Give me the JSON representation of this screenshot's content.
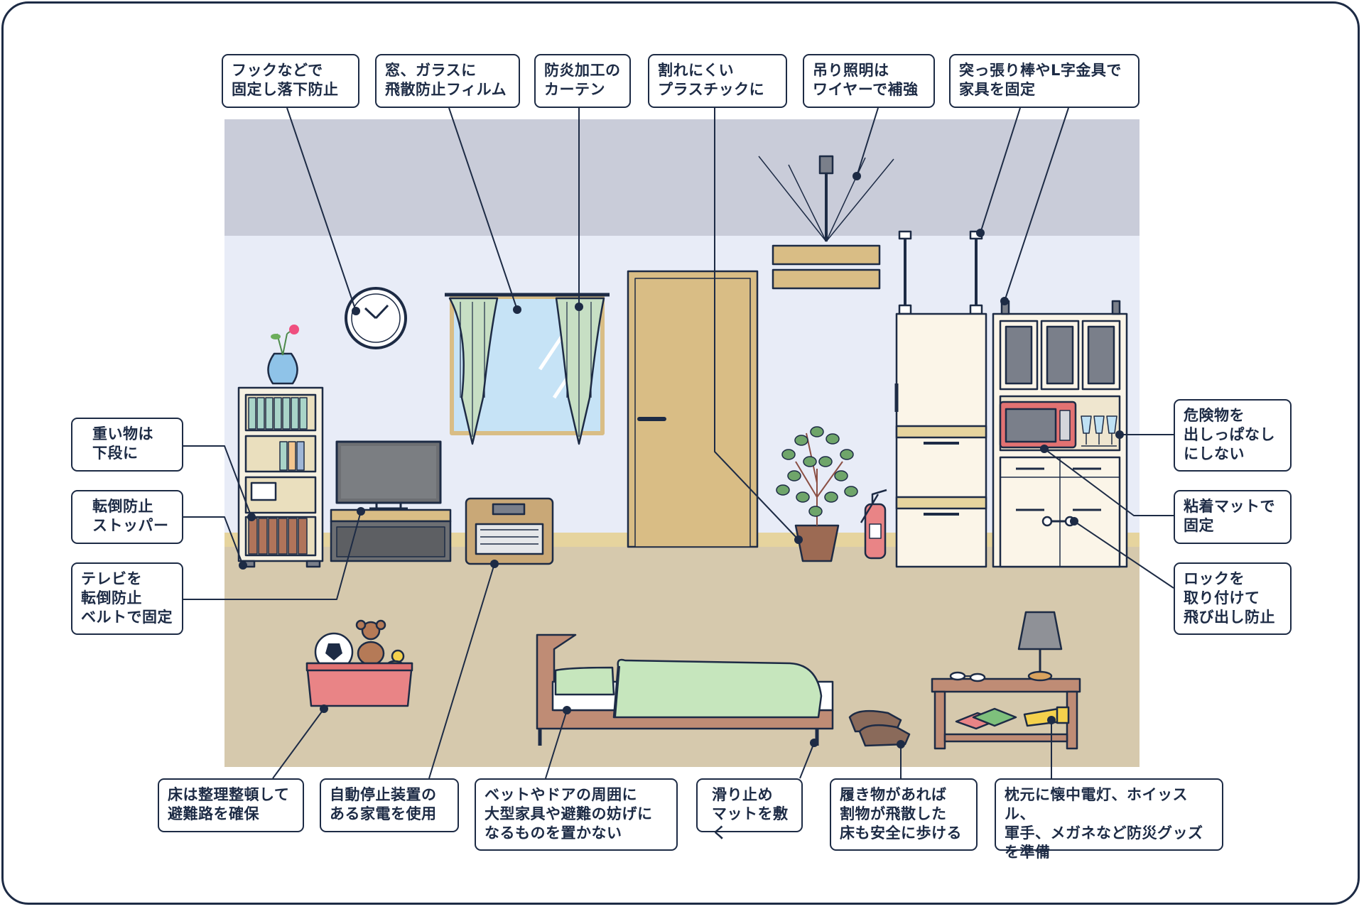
{
  "colors": {
    "outline": "#1d2b45",
    "ceiling": "#c9ccd9",
    "wall": "#e8ecf7",
    "floor": "#d6c9ad",
    "baseboard": "#e6d49e",
    "wood": "#d9bd85",
    "curtain": "#c7dfc4",
    "bedding": "#c6e6bd",
    "basket": "#e98486"
  },
  "callouts": {
    "hook": "フックなどで\n固定し落下防止",
    "window_film": "窓、ガラスに\n飛散防止フィルム",
    "curtain": "防炎加工の\nカーテン",
    "plastic": "割れにくい\nプラスチックに",
    "light": "吊り照明は\nワイヤーで補強",
    "tension_rod": "突っ張り棒やL字金具で\n家具を固定",
    "heavy": "重い物は\n下段に",
    "stopper": "転倒防止\nストッパー",
    "tv": "テレビを\n転倒防止\nベルトで固定",
    "danger": "危険物を\n出しっぱなし\nにしない",
    "mat": "粘着マットで\n固定",
    "lock": "ロックを\n取り付けて\n飛び出し防止",
    "floor": "床は整理整頓して\n避難路を確保",
    "appliance": "自動停止装置の\nある家電を使用",
    "bed": "ベットやドアの周囲に\n大型家具や避難の妨げに\nなるものを置かない",
    "slip": "滑り止め\nマットを敷く",
    "shoes": "履き物があれば\n割物が飛散した\n床も安全に歩ける",
    "bedside": "枕元に懐中電灯、ホイッスル、\n軍手、メガネなど防災グッズ\nを準備"
  },
  "icons": [
    "clock-icon",
    "flower-icon",
    "fire-extinguisher-icon",
    "lamp-icon",
    "flashlight-icon",
    "glasses-icon",
    "teddy-bear-icon",
    "soccer-ball-icon",
    "duck-icon"
  ]
}
